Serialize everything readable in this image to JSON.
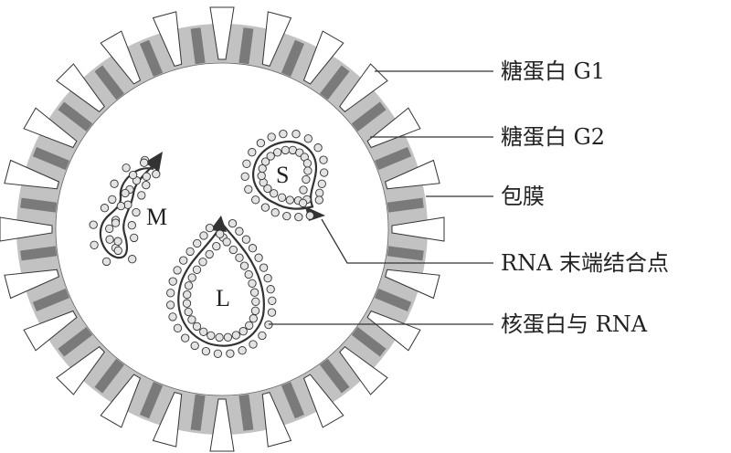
{
  "labels": {
    "g1": "糖蛋白 G1",
    "g2": "糖蛋白 G2",
    "envelope": "包膜",
    "rna_end": "RNA 末端结合点",
    "nucleoprotein": "核蛋白与 RNA"
  },
  "segments": {
    "large": "L",
    "medium": "M",
    "small": "S"
  },
  "colors": {
    "envelope_fill": "#c2c2c2",
    "g2_fill": "#7a7a7a",
    "g1_fill": "#ffffff",
    "outline": "#333333",
    "bead_fill": "#e3e3e3"
  }
}
